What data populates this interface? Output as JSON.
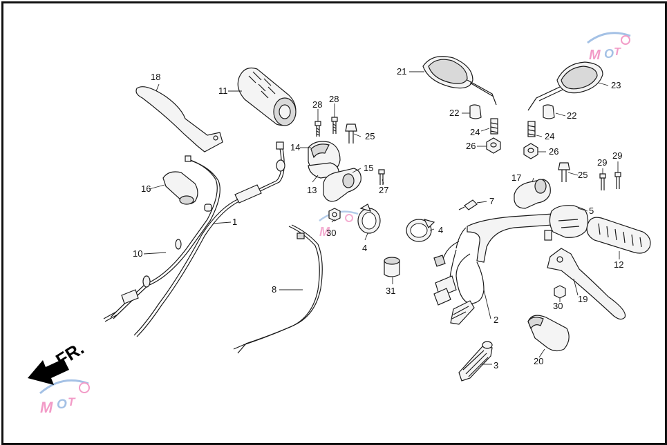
{
  "diagram": {
    "direction_label": "FR.",
    "watermark": {
      "text": "MOTO",
      "color_primary": "#e84a9a",
      "color_secondary": "#5a8fd0"
    },
    "callouts": [
      {
        "id": "c1",
        "label": "1"
      },
      {
        "id": "c2",
        "label": "2"
      },
      {
        "id": "c3",
        "label": "3"
      },
      {
        "id": "c4a",
        "label": "4"
      },
      {
        "id": "c4b",
        "label": "4"
      },
      {
        "id": "c5",
        "label": "5"
      },
      {
        "id": "c7",
        "label": "7"
      },
      {
        "id": "c8",
        "label": "8"
      },
      {
        "id": "c10",
        "label": "10"
      },
      {
        "id": "c11",
        "label": "11"
      },
      {
        "id": "c12",
        "label": "12"
      },
      {
        "id": "c13",
        "label": "13"
      },
      {
        "id": "c14",
        "label": "14"
      },
      {
        "id": "c15",
        "label": "15"
      },
      {
        "id": "c16",
        "label": "16"
      },
      {
        "id": "c17",
        "label": "17"
      },
      {
        "id": "c18",
        "label": "18"
      },
      {
        "id": "c19",
        "label": "19"
      },
      {
        "id": "c20",
        "label": "20"
      },
      {
        "id": "c21",
        "label": "21"
      },
      {
        "id": "c22a",
        "label": "22"
      },
      {
        "id": "c22b",
        "label": "22"
      },
      {
        "id": "c23",
        "label": "23"
      },
      {
        "id": "c24a",
        "label": "24"
      },
      {
        "id": "c24b",
        "label": "24"
      },
      {
        "id": "c25a",
        "label": "25"
      },
      {
        "id": "c25b",
        "label": "25"
      },
      {
        "id": "c26a",
        "label": "26"
      },
      {
        "id": "c26b",
        "label": "26"
      },
      {
        "id": "c27",
        "label": "27"
      },
      {
        "id": "c28a",
        "label": "28"
      },
      {
        "id": "c28b",
        "label": "28"
      },
      {
        "id": "c29a",
        "label": "29"
      },
      {
        "id": "c29b",
        "label": "29"
      },
      {
        "id": "c30a",
        "label": "30"
      },
      {
        "id": "c30b",
        "label": "30"
      },
      {
        "id": "c31",
        "label": "31"
      }
    ]
  }
}
